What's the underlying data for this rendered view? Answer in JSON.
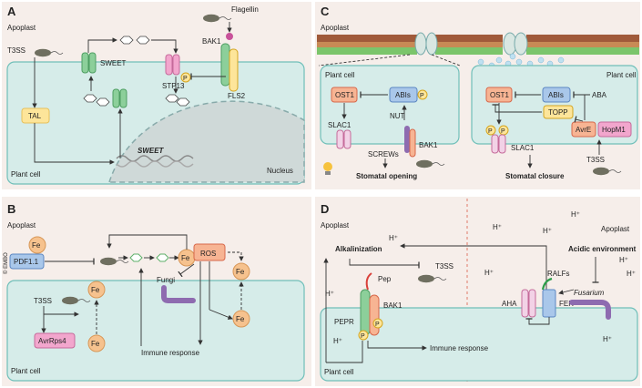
{
  "credit": "© EMBO",
  "panelA": {
    "letter": "A",
    "apoplast": "Apoplast",
    "t3ss": "T3SS",
    "flagellin": "Flagellin",
    "sweet_protein": "SWEET",
    "bak1": "BAK1",
    "stp13": "STP13",
    "fls2": "FLS2",
    "p": "P",
    "tal": "TAL",
    "sweet_gene": "SWEET",
    "nucleus": "Nucleus",
    "plant_cell": "Plant cell"
  },
  "panelB": {
    "letter": "B",
    "apoplast": "Apoplast",
    "fe": "Fe",
    "pdf": "PDF1.1",
    "ros": "ROS",
    "fungi": "Fungi",
    "t3ss": "T3SS",
    "avrrps4": "AvrRps4",
    "immune": "Immune response",
    "plant_cell": "Plant cell"
  },
  "panelC": {
    "letter": "C",
    "apoplast": "Apoplast",
    "plant_cell_left": "Plant cell",
    "plant_cell_right": "Plant cell",
    "ost1": "OST1",
    "abis": "ABIs",
    "p": "P",
    "nut": "NUT",
    "slac1": "SLAC1",
    "screws": "SCREWs",
    "bak1": "BAK1",
    "stomatal_opening": "Stomatal opening",
    "aba": "ABA",
    "topp": "TOPP",
    "avre": "AvrE",
    "hopm1": "HopM1",
    "t3ss": "T3SS",
    "stomatal_closure": "Stomatal closure"
  },
  "panelD": {
    "letter": "D",
    "apoplast_left": "Apoplast",
    "apoplast_right": "Apoplast",
    "alkalinization": "Alkalinization",
    "hplus": "H⁺",
    "t3ss": "T3SS",
    "pep": "Pep",
    "bak1": "BAK1",
    "pepr": "PEPR",
    "p": "P",
    "immune": "Immune response",
    "plant_cell": "Plant cell",
    "acidic": "Acidic environment",
    "ralfs": "RALFs",
    "fusarium": "Fusarium",
    "aha": "AHA",
    "fer": "FER"
  },
  "colors": {
    "panel_bg": "#f6eeea",
    "cell_fill": "#d6ece9",
    "cell_stroke": "#6fbfb9",
    "fe_fill": "#f6c28e",
    "green_protein": "#8ccf9a",
    "pink_protein": "#f2a6cd",
    "yellow_box": "#fde59a",
    "orange_box": "#f7b493",
    "blue_box": "#a9c7ea",
    "purple": "#8e6bb0"
  }
}
